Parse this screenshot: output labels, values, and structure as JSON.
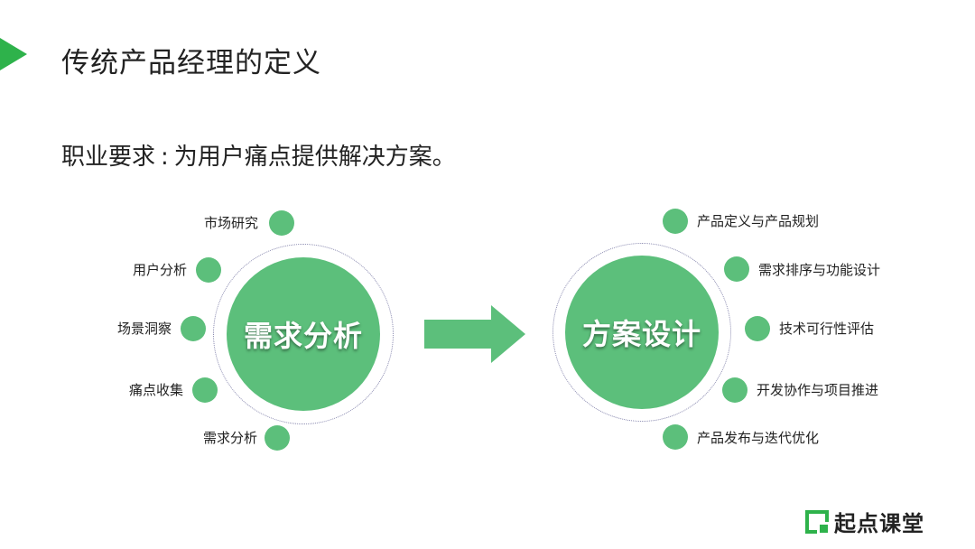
{
  "title": "传统产品经理的定义",
  "subtitle": {
    "label": "职业要求",
    "separator": ":",
    "text": "为用户痛点提供解决方案。"
  },
  "left": {
    "hub": "需求分析",
    "items": [
      "市场研究",
      "用户分析",
      "场景洞察",
      "痛点收集",
      "需求分析"
    ]
  },
  "right": {
    "hub": "方案设计",
    "items": [
      "产品定义与产品规划",
      "需求排序与功能设计",
      "技术可行性评估",
      "开发协作与项目推进",
      "产品发布与迭代优化"
    ]
  },
  "logo": {
    "text": "起点课堂"
  },
  "colors": {
    "accent": "#2eb24b",
    "node": "#5cbf7b",
    "ring": "#8a8ab0"
  }
}
